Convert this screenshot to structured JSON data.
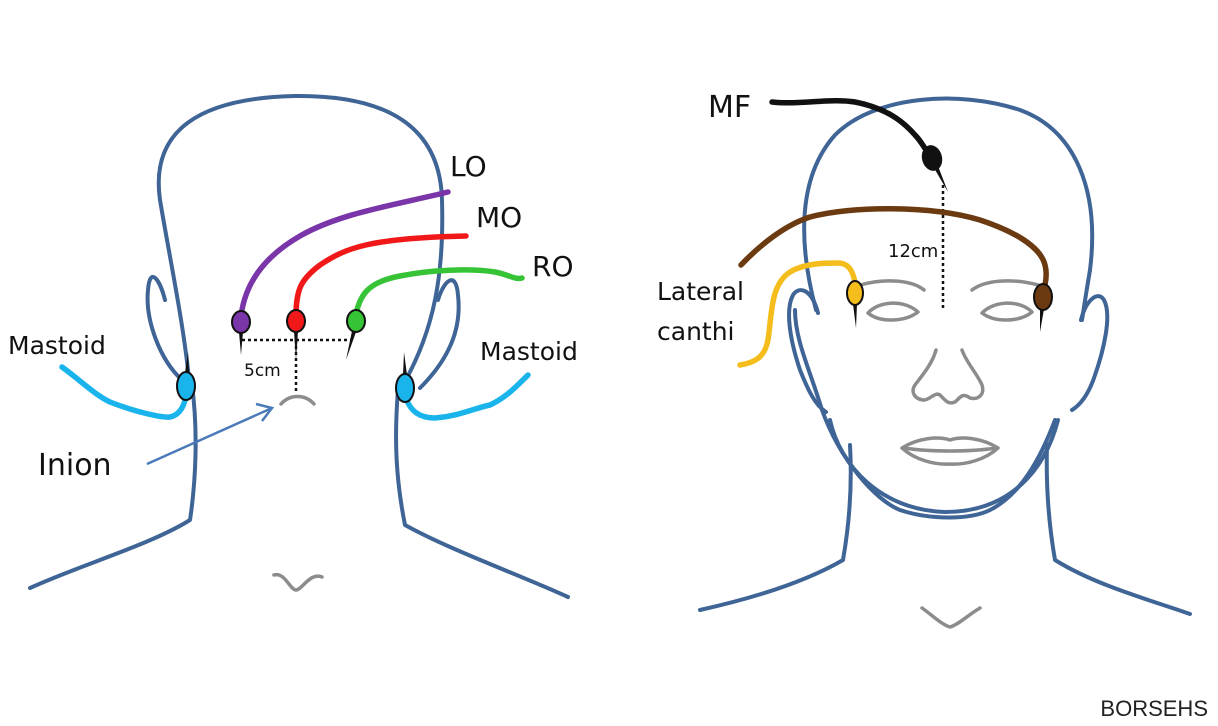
{
  "figure": {
    "left_panel": {
      "view": "back of head",
      "labels": {
        "lo": "LO",
        "mo": "MO",
        "ro": "RO",
        "mastoid_left": "Mastoid",
        "mastoid_right": "Mastoid",
        "inion": "Inion",
        "distance": "5cm"
      }
    },
    "right_panel": {
      "view": "front of face",
      "labels": {
        "mf": "MF",
        "lateral_canthi_line1": "Lateral",
        "lateral_canthi_line2": "canthi",
        "distance": "12cm"
      }
    },
    "colors": {
      "outline": "#3f6496",
      "lo": "#7a35a8",
      "mo": "#f01818",
      "ro": "#36c436",
      "mastoid": "#1ab4ec",
      "mf": "#111111",
      "canthi_left": "#f4bd1c",
      "canthi_right": "#6b3a10",
      "features": "#8c8c8c"
    }
  },
  "credit": "BORSEHS"
}
